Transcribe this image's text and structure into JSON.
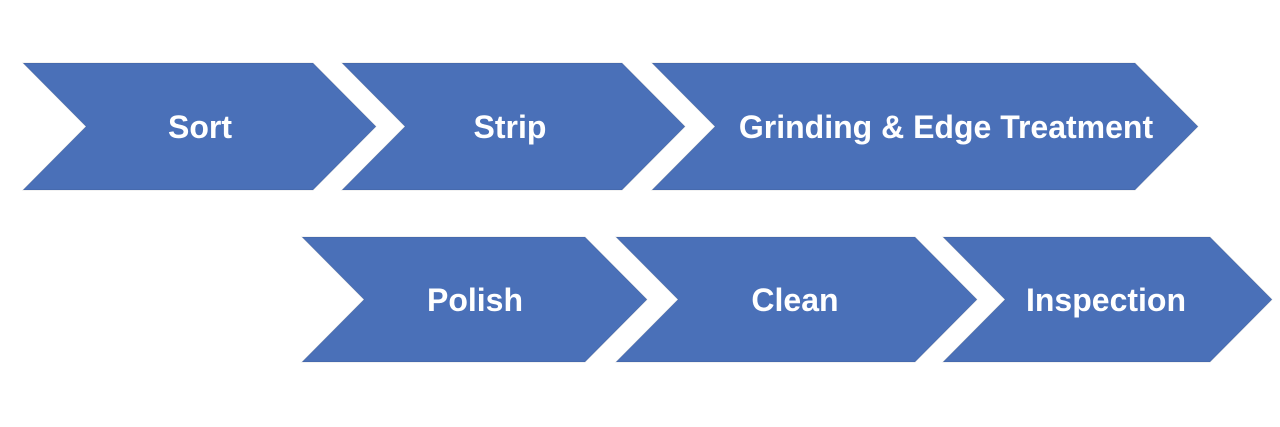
{
  "flow": {
    "description": "Two-row process flow of chevron arrow steps",
    "colors": {
      "arrow_fill": "#4a70b8",
      "label_text": "#ffffff",
      "background": "#ffffff"
    },
    "rows": [
      {
        "steps": [
          "Sort",
          "Strip",
          "Grinding & Edge Treatment"
        ]
      },
      {
        "steps": [
          "Polish",
          "Clean",
          "Inspection"
        ]
      }
    ]
  }
}
